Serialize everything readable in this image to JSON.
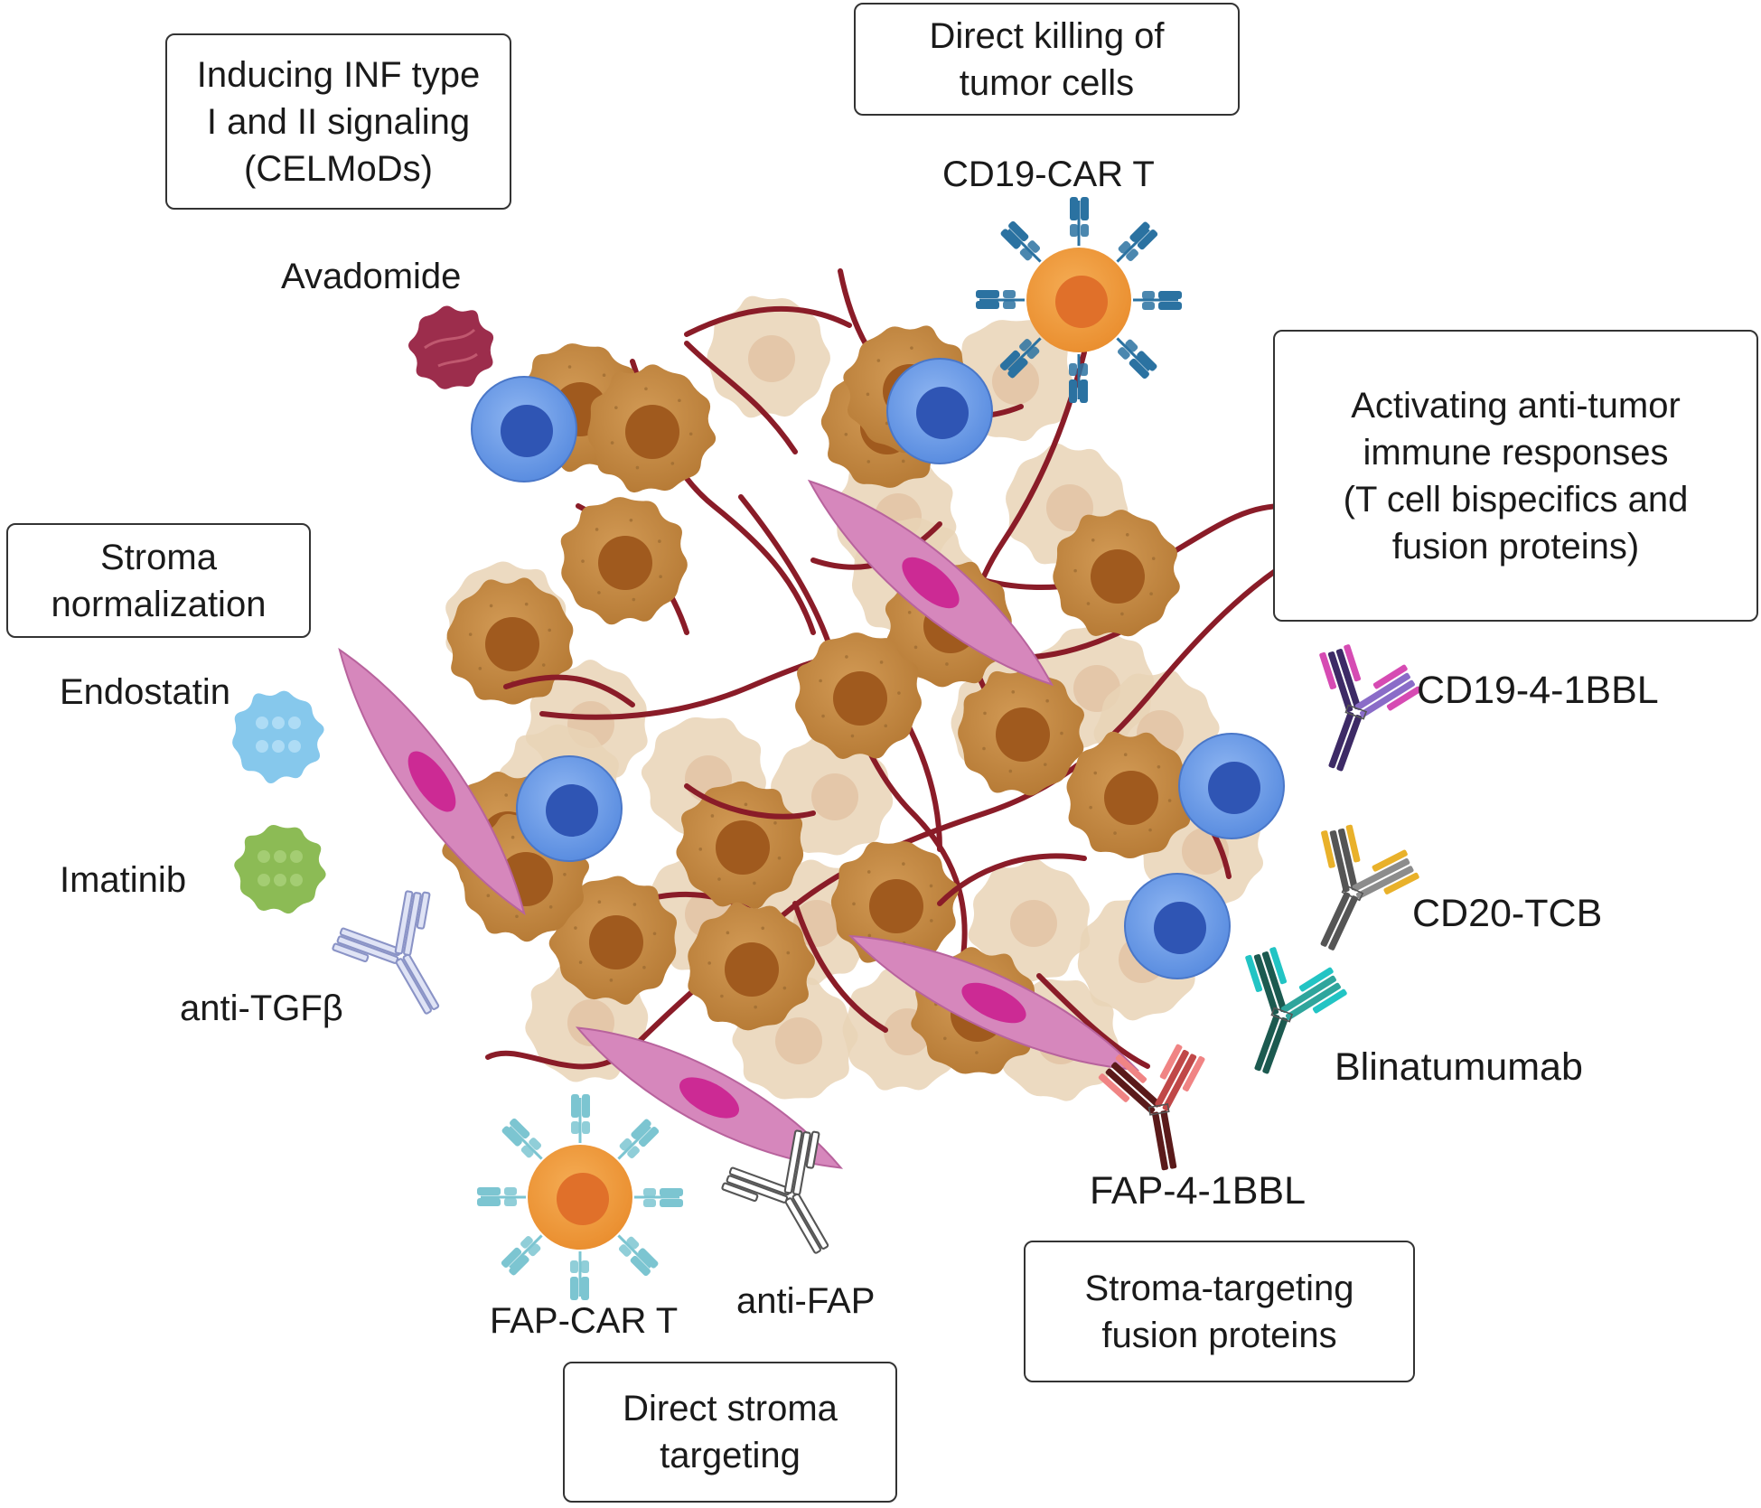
{
  "colors": {
    "tumor_cell": "#c28744",
    "tumor_nucleus": "#a05a1e",
    "faded_cell": "#e9d4b6",
    "fibroblast": "#d687bc",
    "fibroblast_nucleus": "#cc2a94",
    "immune_cell": "#6b9ce8",
    "immune_nucleus": "#2f55b4",
    "car_t": "#ee9a3e",
    "car_t_nucleus": "#e0702a",
    "vessel": "#8a1c28",
    "avadomide": "#9c2d4c",
    "endostatin": "#86c8ec",
    "imatinib": "#8cbb55",
    "cd19_car_receptor": "#2b72a1",
    "fap_car_receptor": "#7cc5d1"
  },
  "boxes": {
    "inf_signaling": [
      "Inducing INF type",
      "I and II signaling",
      "(CELMoDs)"
    ],
    "direct_killing": [
      "Direct killing of",
      "tumor cells"
    ],
    "anti_tumor": [
      "Activating anti-tumor",
      "immune responses",
      "(T cell bispecifics and",
      "fusion proteins)"
    ],
    "stroma_normalization": [
      "Stroma",
      "normalization"
    ],
    "stroma_fusion": [
      "Stroma-targeting",
      "fusion proteins"
    ],
    "direct_stroma": [
      "Direct stroma",
      "targeting"
    ]
  },
  "labels": {
    "avadomide": "Avadomide",
    "cd19_car_t": "CD19-CAR T",
    "endostatin": "Endostatin",
    "imatinib": "Imatinib",
    "anti_tgfb": "anti-TGFβ",
    "fap_car_t": "FAP-CAR T",
    "anti_fap": "anti-FAP",
    "cd19_41bbl": "CD19-4-1BBL",
    "cd20_tcb": "CD20-TCB",
    "blinatumomab": "Blinatumumab",
    "fap_41bbl": "FAP-4-1BBL"
  },
  "antibodies": {
    "cd19_41bbl": [
      "#d64bb3",
      "#3d2a66",
      "#8a6cc8"
    ],
    "cd20_tcb": [
      "#e9b12a",
      "#555555",
      "#8c8c8c"
    ],
    "blinatumomab": [
      "#22c4c4",
      "#1c5a50",
      "#2fa59c"
    ],
    "fap_41bbl": [
      "#f08484",
      "#5a1a1a",
      "#c04848"
    ],
    "anti_tgfb": [
      "#dfe3f5",
      "#8a93c6"
    ],
    "anti_fap": [
      "#ffffff",
      "#555555"
    ]
  }
}
